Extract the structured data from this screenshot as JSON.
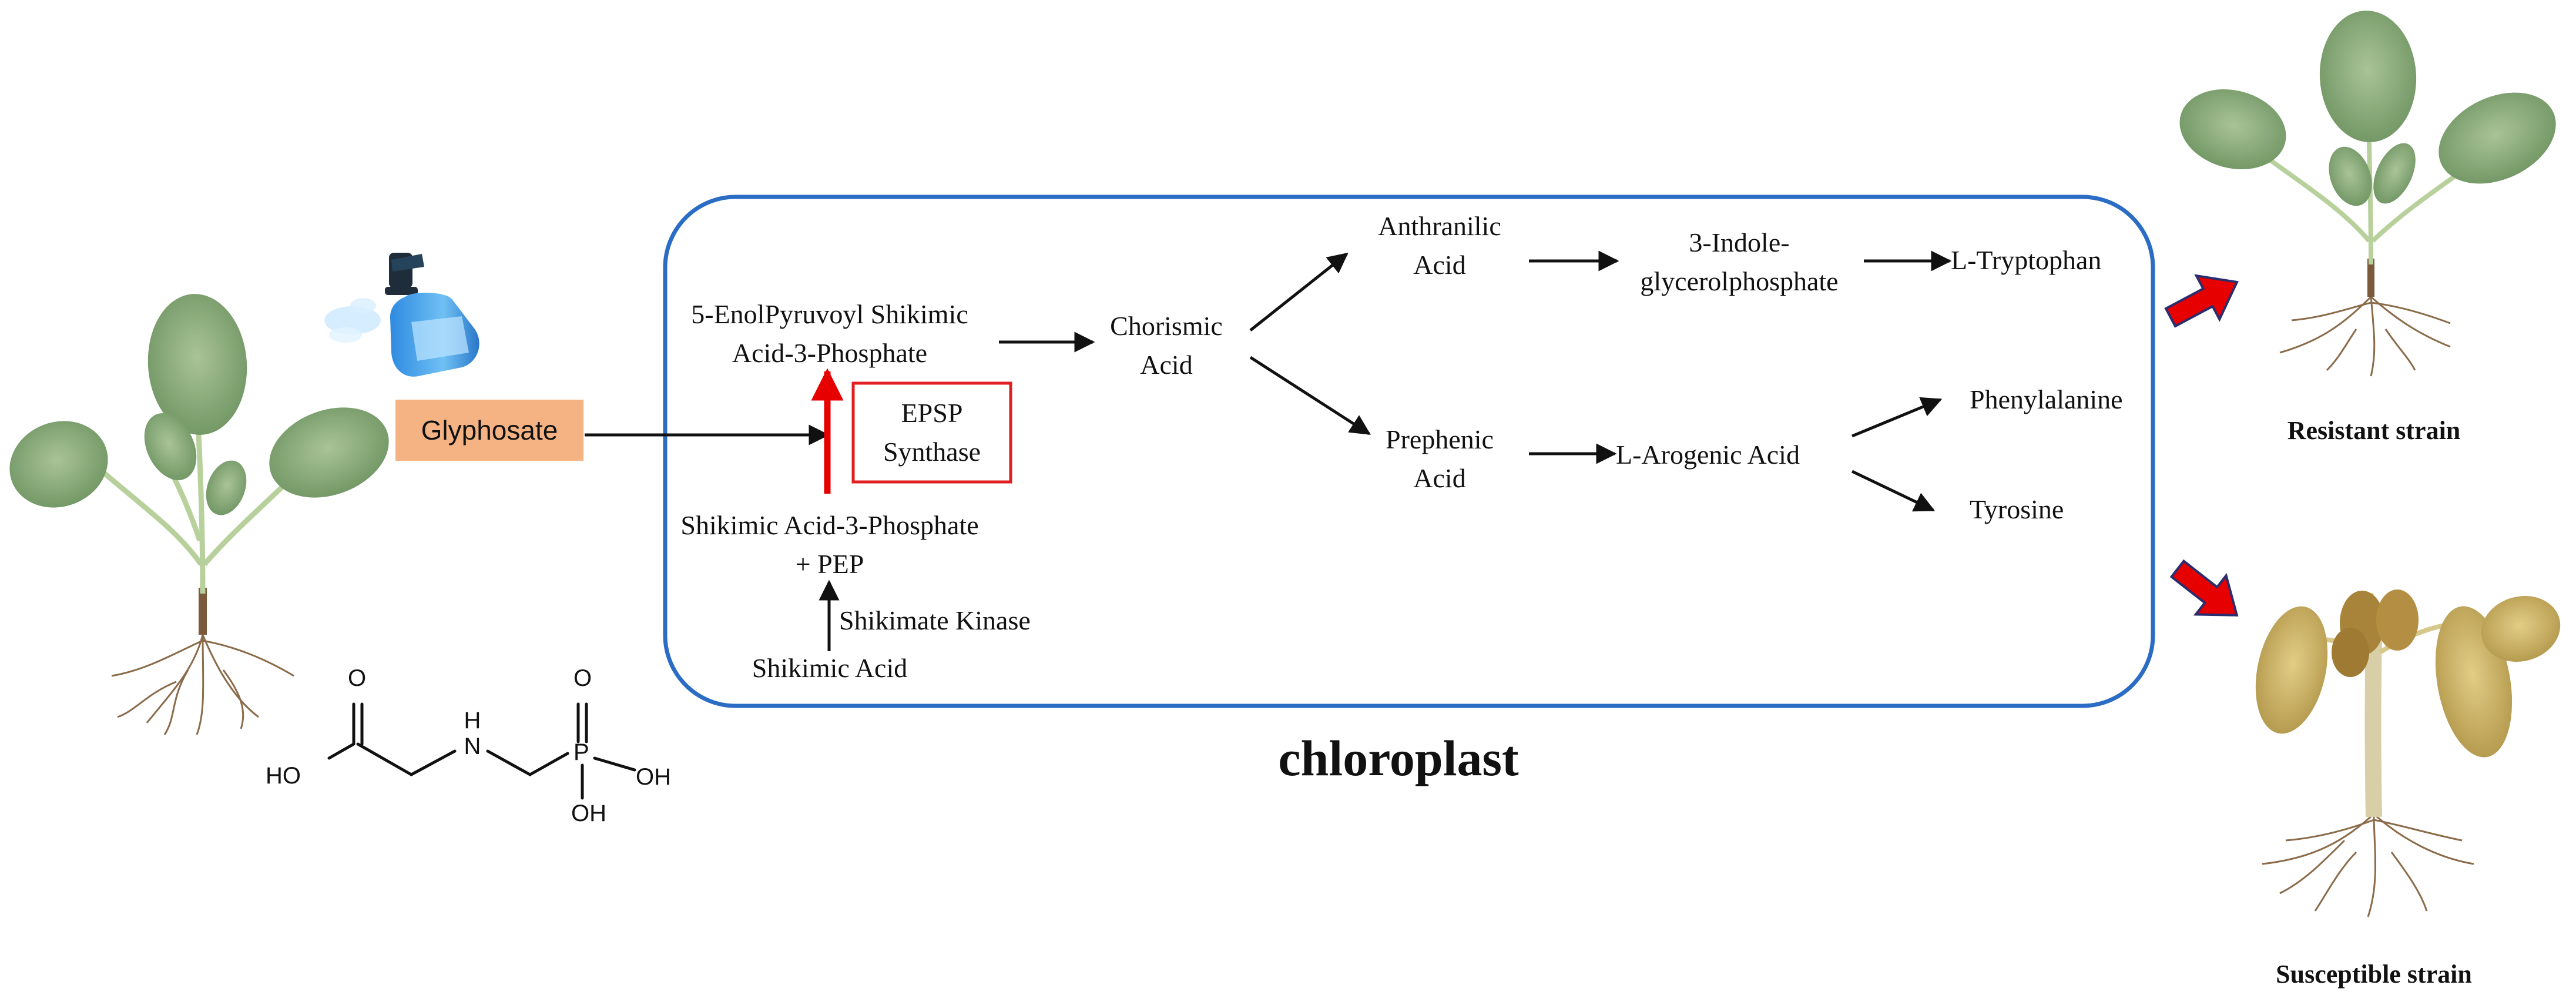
{
  "herbicide": {
    "label": "Glyphosate"
  },
  "pathway": {
    "epsp": "5-EnolPyruvoyl Shikimic\nAcid-3-Phosphate",
    "chorismic": "Chorismic\nAcid",
    "anthranilic": "Anthranilic\nAcid",
    "indole": "3-Indole-\nglycerolphosphate",
    "tryptophan": "L-Tryptophan",
    "prephenic": "Prephenic\nAcid",
    "arogenic": "L-Arogenic Acid",
    "phenylalanine": "Phenylalanine",
    "tyrosine": "Tyrosine",
    "s3p": "Shikimic Acid-3-Phosphate\n+ PEP",
    "shikimic": "Shikimic Acid",
    "kinase": "Shikimate Kinase",
    "enzyme": "EPSP\nSynthase"
  },
  "compartment": {
    "label": "chloroplast"
  },
  "outcomes": {
    "resistant": "Resistant strain",
    "susceptible": "Susceptible strain"
  },
  "molecule": {
    "ho": "HO",
    "o1": "O",
    "nh": "H\nN",
    "p": "P",
    "o2": "O",
    "oh1": "OH",
    "oh2": "OH"
  },
  "colors": {
    "chloroplast_border": "#2b6cc4",
    "enzyme_box": "#e02020",
    "glyphosate_box": "#f5b383",
    "outcome_arrow": "#e60000",
    "healthy_leaf": "#8fb07a",
    "wilted_leaf": "#cdb56a"
  }
}
